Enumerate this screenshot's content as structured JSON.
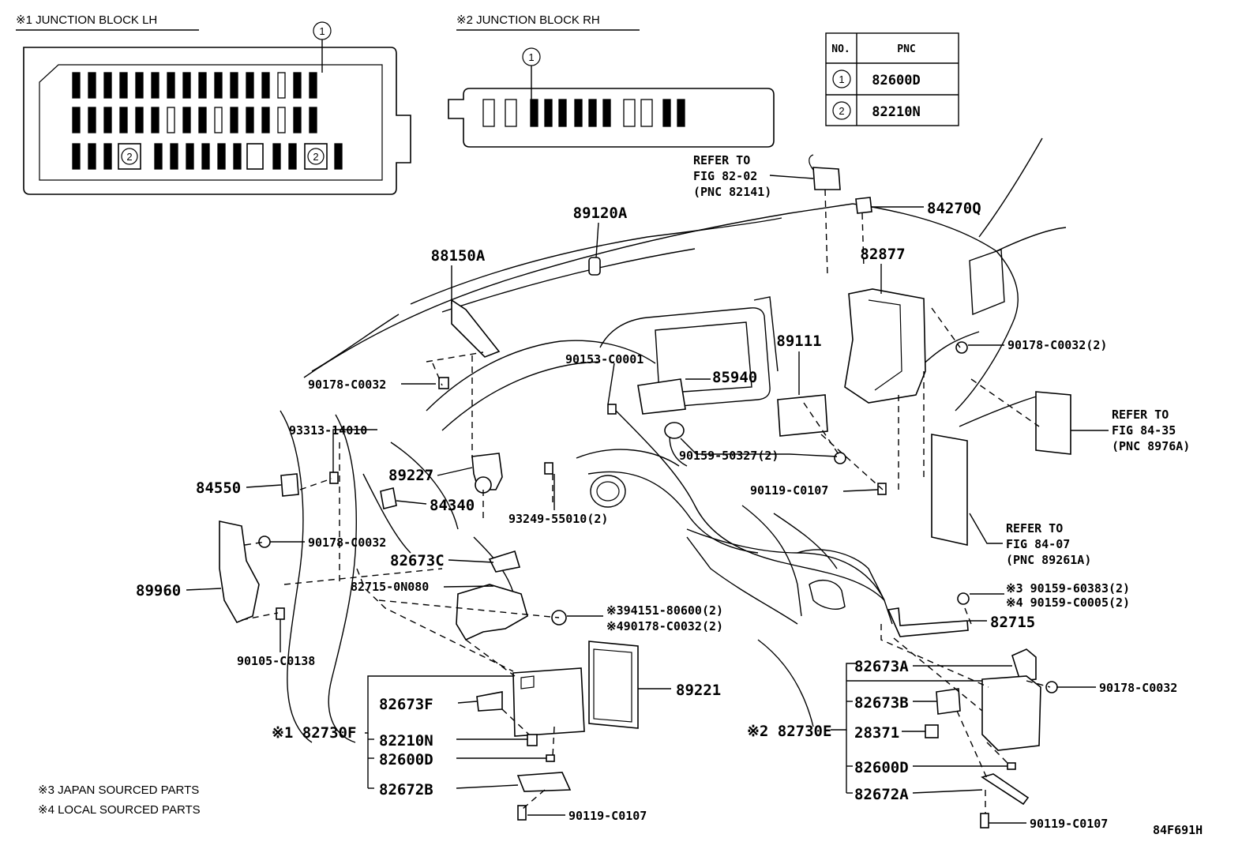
{
  "diagram_code": "84F691H",
  "headers": {
    "junction_lh": "※1 JUNCTION BLOCK LH",
    "junction_rh": "※2 JUNCTION BLOCK RH"
  },
  "table": {
    "col_no": "NO.",
    "col_pnc": "PNC",
    "rows": [
      {
        "no": "1",
        "pnc": "82600D"
      },
      {
        "no": "2",
        "pnc": "82210N"
      }
    ]
  },
  "notes": {
    "japan": "※3 JAPAN SOURCED PARTS",
    "local": "※4 LOCAL SOURCED PARTS"
  },
  "callouts": {
    "c1": "1",
    "c2": "2"
  },
  "references": {
    "ref_8202": [
      "REFER TO",
      "FIG 82-02",
      "(PNC 82141)"
    ],
    "ref_8435": [
      "REFER TO",
      "FIG 84-35",
      "(PNC 8976A)"
    ],
    "ref_8407": [
      "REFER TO",
      "FIG 84-07",
      "(PNC 89261A)"
    ]
  },
  "labels": {
    "p89120A": "89120A",
    "p88150A": "88150A",
    "p84270Q": "84270Q",
    "p82877": "82877",
    "p90178_c0032_2_top": "90178-C0032(2)",
    "p90153": "90153-C0001",
    "p85940": "85940",
    "p89111": "89111",
    "p90178_left1": "90178-C0032",
    "p93313": "93313-14010",
    "p84550": "84550",
    "p89227": "89227",
    "p84340": "84340",
    "p93249": "93249-55010(2)",
    "p90159_50327": "90159-50327(2)",
    "p90119_mid": "90119-C0107",
    "p90178_left2": "90178-C0032",
    "p82673C": "82673C",
    "p82715_0n080": "82715-0N080",
    "p89960": "89960",
    "p94151": "※394151-80600(2)",
    "p90178_c0032_2_mid": "※490178-C0032(2)",
    "p90105": "90105-C0138",
    "p89221": "89221",
    "p82673F": "82673F",
    "p82730F": "※1 82730F",
    "p82210N": "82210N",
    "p82600D_l": "82600D",
    "p82672B": "82672B",
    "p90119_bl": "90119-C0107",
    "p90159_60383": "※3 90159-60383(2)",
    "p90159_c0005": "※4 90159-C0005(2)",
    "p82715": "82715",
    "p82673A": "82673A",
    "p90178_right": "90178-C0032",
    "p82673B": "82673B",
    "p82730E": "※2 82730E",
    "p28371": "28371",
    "p82600D_r": "82600D",
    "p82672A": "82672A",
    "p90119_br": "90119-C0107"
  }
}
